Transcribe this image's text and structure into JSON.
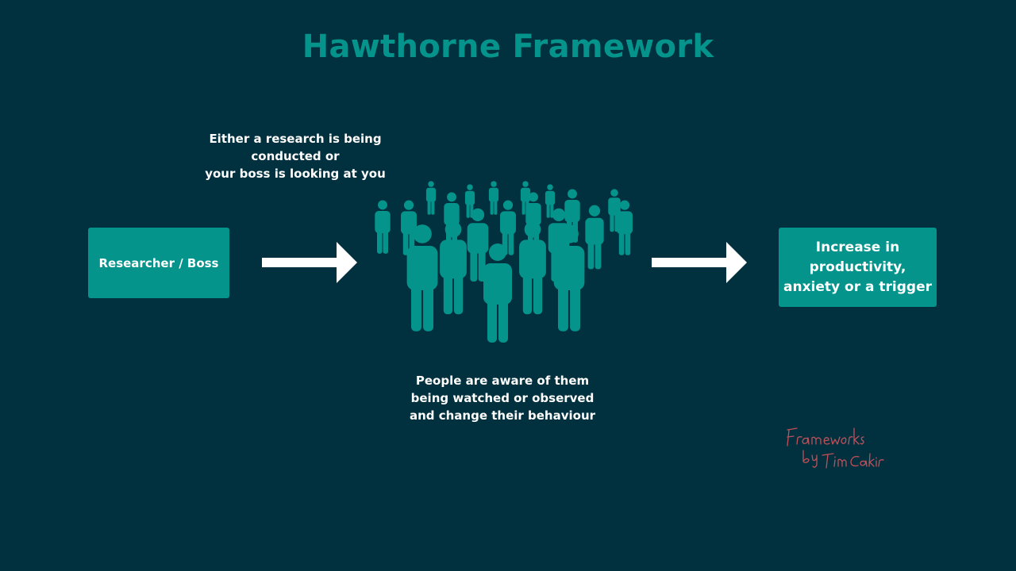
{
  "title": "Hawthorne Framework",
  "boxes": {
    "left_label": "Researcher / Boss",
    "right_label": "Increase in productivity, anxiety or a trigger"
  },
  "captions": {
    "top": "Either a research is being\nconducted or\nyour boss is looking at you",
    "bottom": "People are aware of them\nbeing watched or observed\nand change their behaviour "
  },
  "watermark_text": "Frameworks by Tim Cakir",
  "icons": {
    "arrow_left": "right-arrow-icon",
    "arrow_right": "right-arrow-icon",
    "crowd": "crowd-icon"
  },
  "colors": {
    "background": "#01313f",
    "accent": "#04948c",
    "text": "#ffffff",
    "watermark": "#c0505a"
  }
}
